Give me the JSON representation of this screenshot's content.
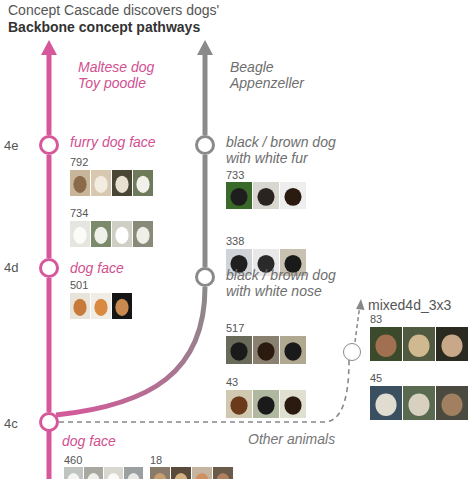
{
  "diagram": {
    "title": "Concept Cascade discovers dogs'",
    "nodes": [
      {
        "text": [
          "Maltese dog Toy poodle"
        ]
      },
      {
        "text": [
          "Beagle Appenzeller"
        ]
      },
      {
        "text": [
          "furry dog face"
        ]
      },
      {
        "text": [
          "black / brown dog with white fur"
        ]
      },
      {
        "text": [
          "dog face"
        ]
      },
      {
        "text": [
          "black / brown dog with white nose"
        ]
      },
      {
        "text": [
          "mixed4d_3x3"
        ]
      },
      {
        "text": [
          "dog face"
        ]
      }
    ],
    "edges": [
      {
        "from": 7,
        "to": 4,
        "arrow": "none"
      },
      {
        "from": 4,
        "to": 2,
        "arrow": "none"
      },
      {
        "from": 2,
        "to": 0,
        "arrow": "to"
      },
      {
        "from": 7,
        "to": 5,
        "arrow": "none"
      },
      {
        "from": 5,
        "to": 3,
        "arrow": "none"
      },
      {
        "from": 3,
        "to": 1,
        "arrow": "to"
      },
      {
        "from": 7,
        "to": 6,
        "label": "Other animals",
        "arrow": "none"
      }
    ],
    "labels": [
      "Backbone concept pathways",
      "4e",
      "4d",
      "4c",
      "792",
      "734",
      "501",
      "733",
      "338",
      "517",
      "43",
      "83",
      "45",
      "460",
      "18"
    ]
  }
}
